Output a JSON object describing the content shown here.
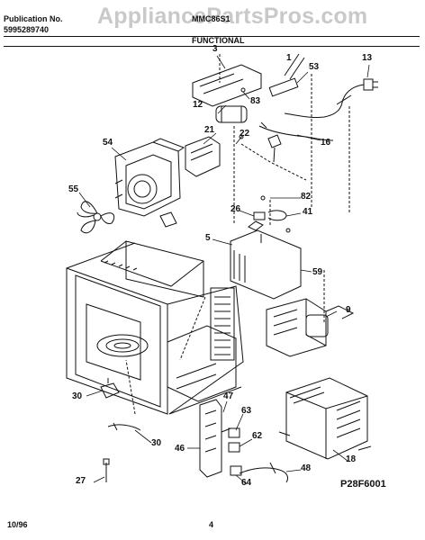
{
  "header": {
    "pub_label": "Publication No.",
    "pub_number": "5995289740",
    "model": "MMC86S1",
    "section": "FUNCTIONAL"
  },
  "watermark": "AppliancePartsPros.com",
  "footer": {
    "date": "10/96",
    "page": "4",
    "diagram_code": "P28F6001"
  },
  "callouts": [
    {
      "id": "c3",
      "text": "3"
    },
    {
      "id": "c1",
      "text": "1"
    },
    {
      "id": "c53",
      "text": "53"
    },
    {
      "id": "c13",
      "text": "13"
    },
    {
      "id": "c83",
      "text": "83"
    },
    {
      "id": "c12",
      "text": "12"
    },
    {
      "id": "c16",
      "text": "16"
    },
    {
      "id": "c21",
      "text": "21"
    },
    {
      "id": "c22",
      "text": "22"
    },
    {
      "id": "c54",
      "text": "54"
    },
    {
      "id": "c55",
      "text": "55"
    },
    {
      "id": "c82",
      "text": "82"
    },
    {
      "id": "c26",
      "text": "26"
    },
    {
      "id": "c41",
      "text": "41"
    },
    {
      "id": "c5",
      "text": "5"
    },
    {
      "id": "c59",
      "text": "59"
    },
    {
      "id": "c9",
      "text": "9"
    },
    {
      "id": "c30a",
      "text": "30"
    },
    {
      "id": "c30b",
      "text": "30"
    },
    {
      "id": "c47",
      "text": "47"
    },
    {
      "id": "c63",
      "text": "63"
    },
    {
      "id": "c62",
      "text": "62"
    },
    {
      "id": "c46",
      "text": "46"
    },
    {
      "id": "c18",
      "text": "18"
    },
    {
      "id": "c48",
      "text": "48"
    },
    {
      "id": "c64",
      "text": "64"
    },
    {
      "id": "c27",
      "text": "27"
    }
  ]
}
